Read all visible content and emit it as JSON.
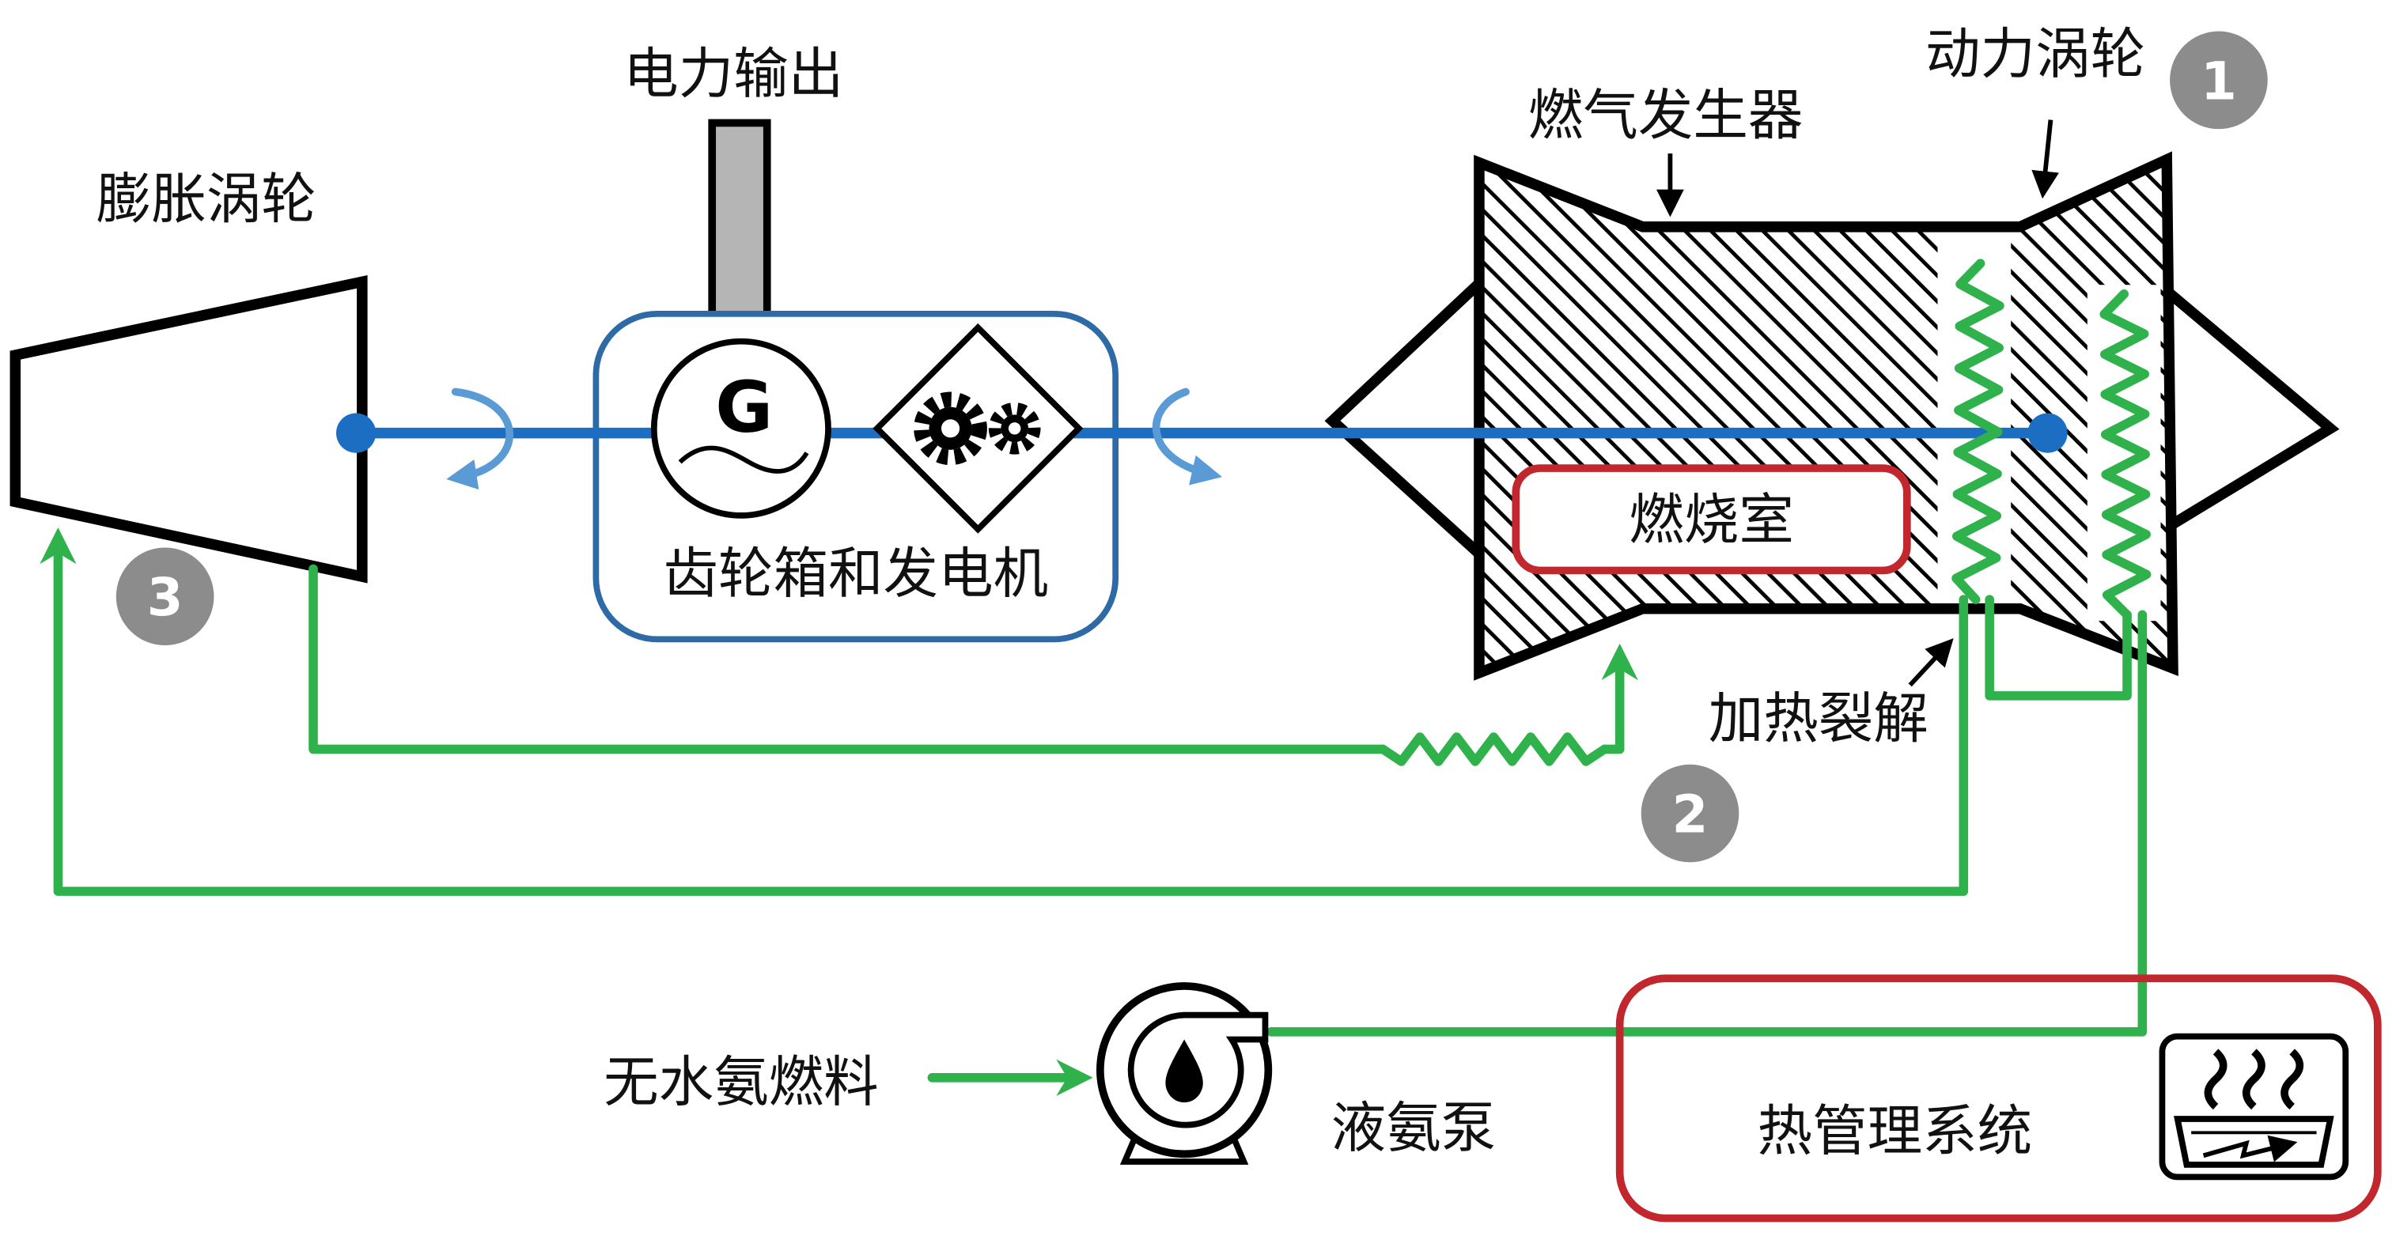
{
  "labels": {
    "power_output": "电力输出",
    "expansion_turbine": "膨胀涡轮",
    "gas_generator": "燃气发生器",
    "power_turbine": "动力涡轮",
    "combustor": "燃烧室",
    "gearbox_generator": "齿轮箱和发电机",
    "thermal_cracking": "加热裂解",
    "anhydrous_ammonia_fuel": "无水氨燃料",
    "liquid_ammonia_pump": "液氨泵",
    "thermal_management_system": "热管理系统",
    "generator_symbol": "G"
  },
  "badges": [
    "1",
    "2",
    "3"
  ],
  "icons": [
    "generator-icon",
    "gear-icon",
    "pump-icon",
    "heat-icon",
    "rotation-arrow-icon"
  ],
  "colors": {
    "shaft": "#1b6ec2",
    "rotation": "#5b9bd5",
    "coolant": "#2fb24c",
    "highlight": "#c1272d",
    "box": "#2e6aa6",
    "badge": "#8c8c8c",
    "output_shaft": "#b5b5b5",
    "outline": "#000000"
  }
}
